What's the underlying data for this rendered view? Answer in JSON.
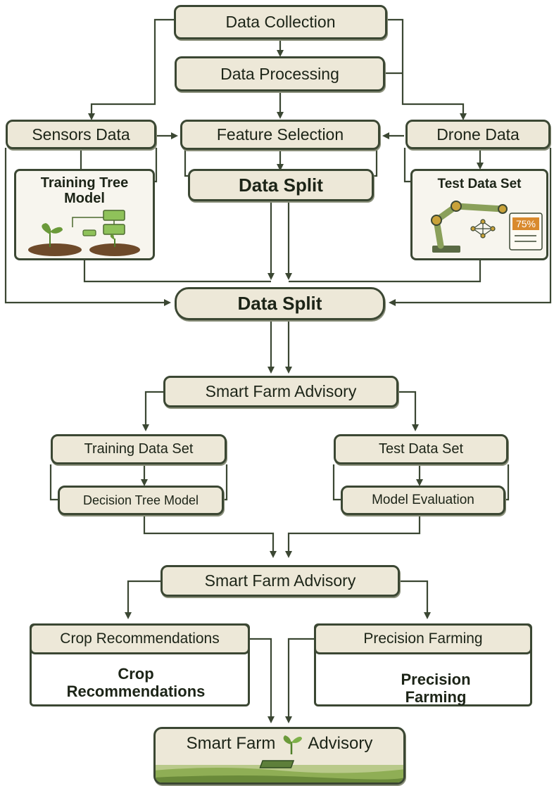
{
  "nodes": {
    "data_collection": "Data Collection",
    "data_processing": "Data Processing",
    "sensors_data": "Sensors Data",
    "feature_selection": "Feature Selection",
    "drone_data": "Drone Data",
    "training_tree_model": "Training Tree Model",
    "data_split_inner": "Data Split",
    "test_data_set_top": "Test Data Set",
    "percent_badge": "75%",
    "data_split_main": "Data Split",
    "smart_farm_advisory_1": "Smart Farm Advisory",
    "training_data_set": "Training Data Set",
    "test_data_set": "Test Data Set",
    "decision_tree_model": "Decision Tree Model",
    "model_evaluation": "Model Evaluation",
    "smart_farm_advisory_2": "Smart Farm Advisory",
    "crop_recommendations_header": "Crop Recommendations",
    "crop_recommendations_body": "Crop Recommendations",
    "precision_farming_header": "Precision Farming",
    "precision_farming_body": "Precision Farming",
    "smart_farm_advisory_final_left": "Smart Farm",
    "smart_farm_advisory_final_right": "Advisory"
  },
  "colors": {
    "box_fill": "#ede8d8",
    "border": "#3b4733",
    "wire": "#3b4733",
    "accent_green": "#6b9a3a",
    "badge_orange": "#d98a2e"
  },
  "icons": [
    "seedling-icon",
    "robot-arm-icon",
    "network-graph-icon",
    "sprout-icon"
  ]
}
